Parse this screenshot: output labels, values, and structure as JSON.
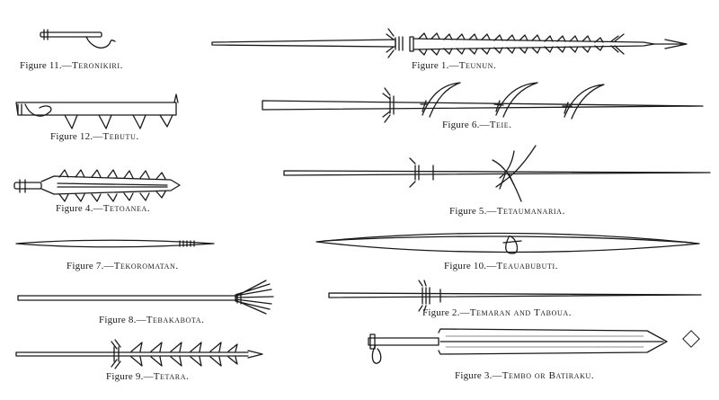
{
  "plate": {
    "captions": [
      {
        "id": "fig11",
        "fig": "Figure 11.—",
        "name": "Teronikiri."
      },
      {
        "id": "fig12",
        "fig": "Figure 12.—",
        "name": "Tebutu."
      },
      {
        "id": "fig4",
        "fig": "Figure 4.—",
        "name": "Tetoanea."
      },
      {
        "id": "fig7",
        "fig": "Figure 7.—",
        "name": "Tekoromatan."
      },
      {
        "id": "fig8",
        "fig": "Figure 8.—",
        "name": "Tebakabota."
      },
      {
        "id": "fig9",
        "fig": "Figure 9.—",
        "name": "Tetara."
      },
      {
        "id": "fig1",
        "fig": "Figure 1.—",
        "name": "Teunun."
      },
      {
        "id": "fig6",
        "fig": "Figure 6.—",
        "name": "Teie."
      },
      {
        "id": "fig5",
        "fig": "Figure 5.—",
        "name": "Tetaumanaria."
      },
      {
        "id": "fig10",
        "fig": "Figure 10.—",
        "name": "Teauabubuti."
      },
      {
        "id": "fig2",
        "fig": "Figure 2.—",
        "name": "Temaran and Taboua."
      },
      {
        "id": "fig3",
        "fig": "Figure 3.—",
        "name": "Tembo or Batiraku."
      }
    ],
    "ink_color": "#1a1a1a",
    "paper_color": "#ffffff"
  }
}
